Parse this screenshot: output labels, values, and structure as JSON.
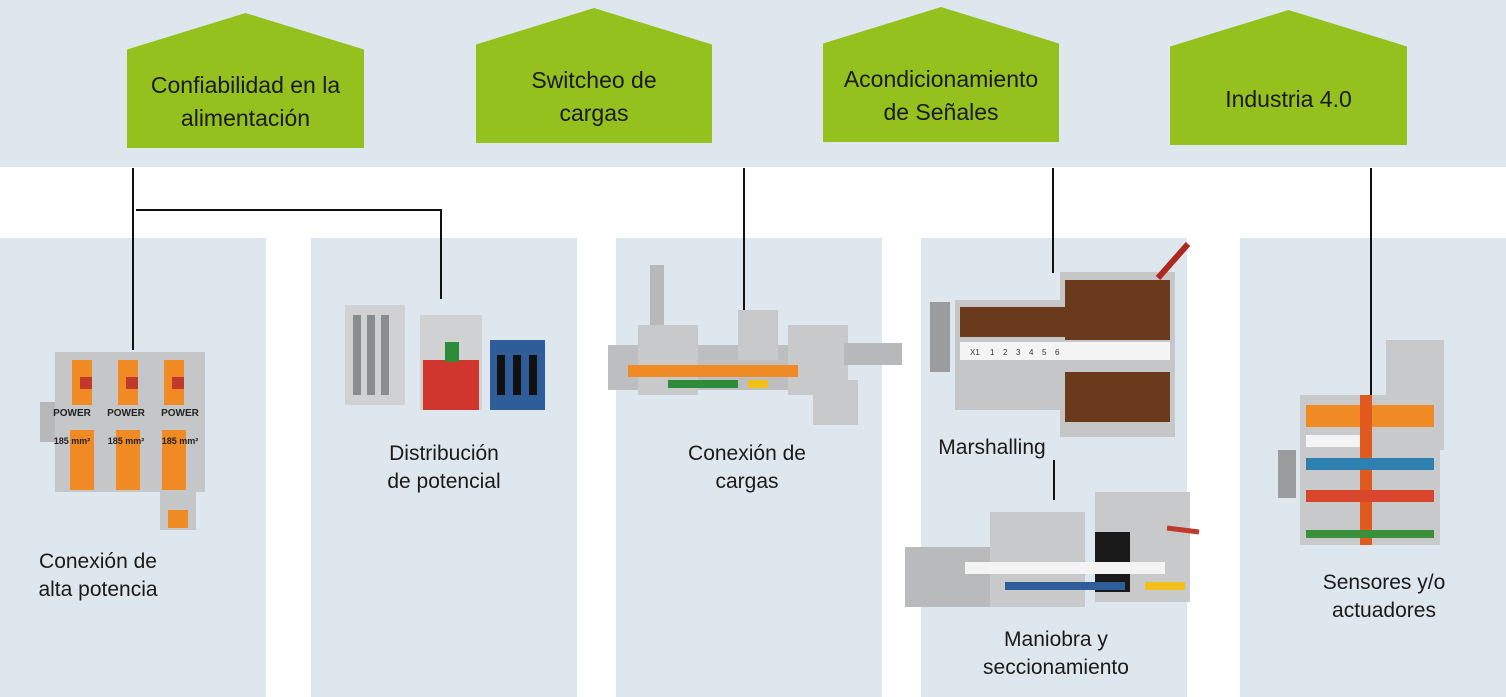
{
  "categories": [
    {
      "label": "Confiabilidad en la\nalimentación"
    },
    {
      "label": "Switcheo de\ncargas"
    },
    {
      "label": "Acondicionamiento\nde Señales"
    },
    {
      "label": "Industria 4.0"
    }
  ],
  "products": [
    {
      "label": "Conexión de\nalta potencia",
      "image_text": [
        "POWER",
        "POWER",
        "POWER",
        "185 mm²",
        "185 mm²",
        "185 mm²"
      ]
    },
    {
      "label": "Distribución\nde potencial"
    },
    {
      "label": "Conexión de\ncargas"
    },
    {
      "label": "Marshalling",
      "image_text": [
        "X1",
        "1",
        "2",
        "3",
        "4",
        "5",
        "6"
      ]
    },
    {
      "label": "Maniobra y\nseccionamiento"
    },
    {
      "label": "Sensores y/o\nactuadores"
    }
  ],
  "colors": {
    "accent_green": "#95c11f",
    "panel": "#dfe7ee",
    "terminal_orange": "#f08a24",
    "terminal_gray": "#b9bbbd"
  }
}
